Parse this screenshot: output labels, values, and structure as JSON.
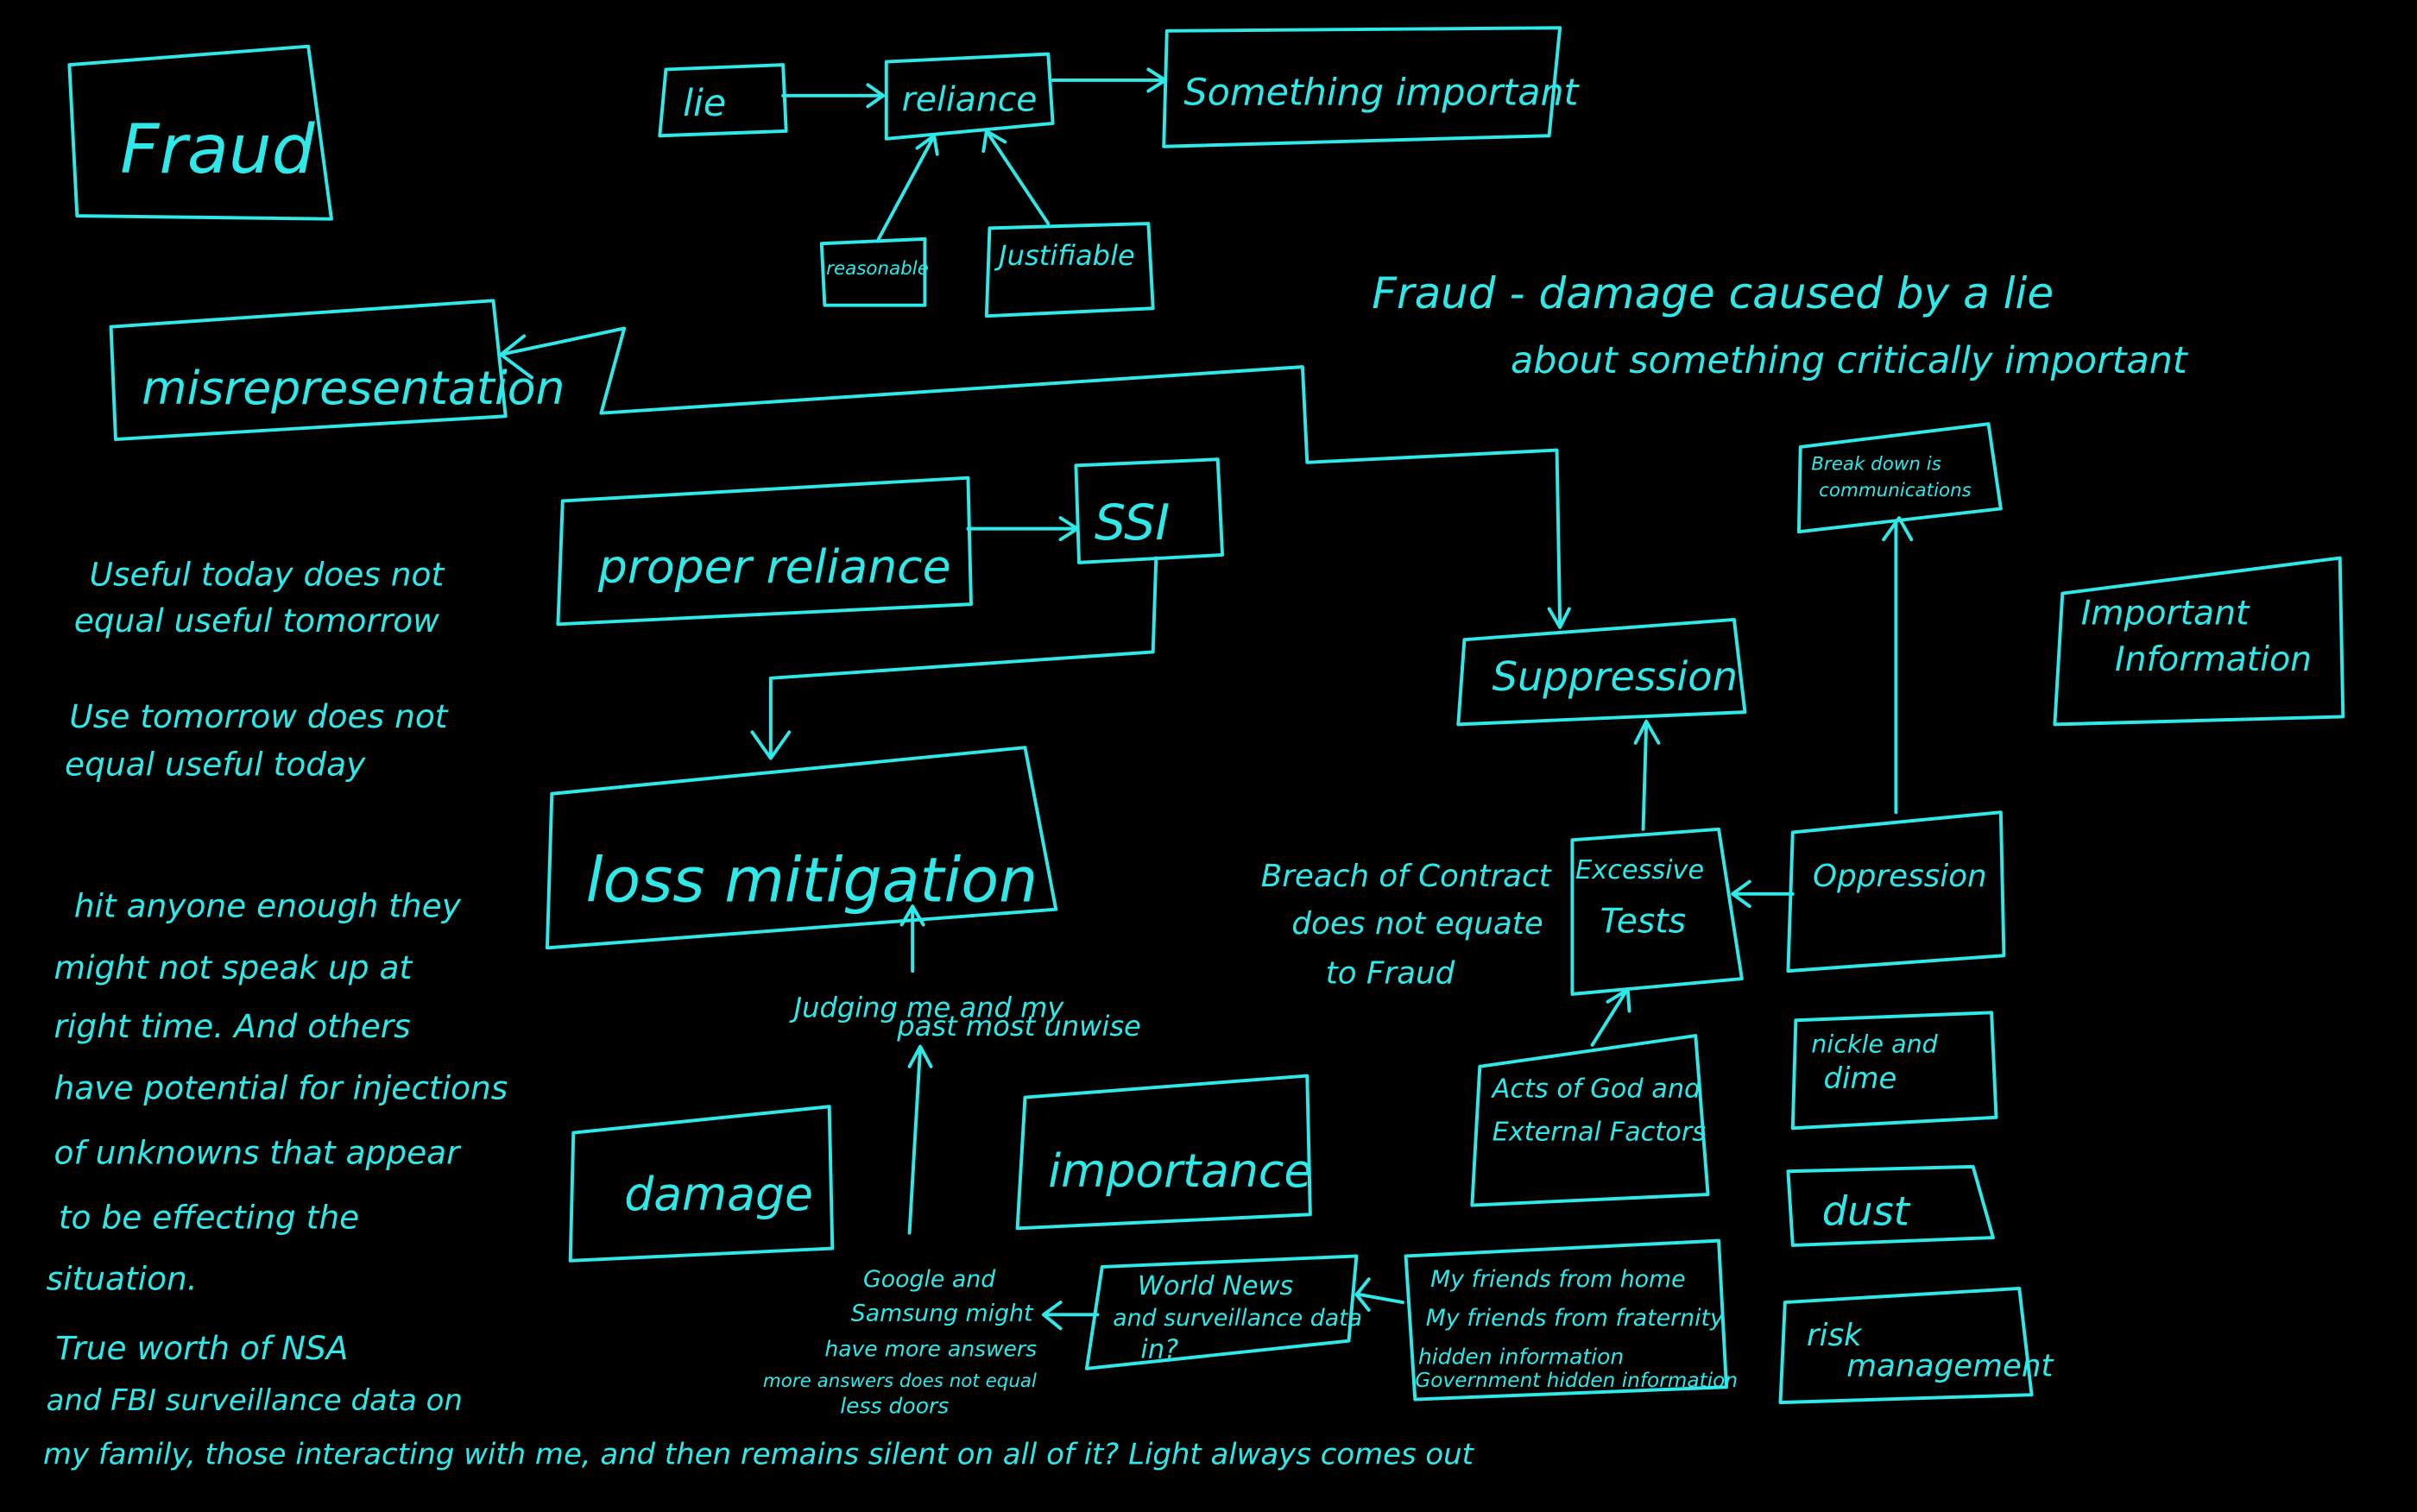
{
  "colors": {
    "background": "#000000",
    "ink": "#2fe8e8"
  },
  "title": "Fraud",
  "top_chain": {
    "lie": "lie",
    "reliance": "reliance",
    "something_important": "Something important",
    "reasonable": "reasonable",
    "justifiable": "Justifiable"
  },
  "definition": [
    "Fraud - damage caused by a lie",
    "about something critically important"
  ],
  "misrepresentation": "misrepresentation",
  "proper_reliance": "proper reliance",
  "ssi": "SSI",
  "loss_mitigation": "loss mitigation",
  "left_notes": {
    "note1": [
      "Useful today does not",
      "equal useful tomorrow"
    ],
    "note2": [
      "Use tomorrow does not",
      "equal useful today"
    ],
    "note3": [
      "hit anyone enough they",
      "might not speak up at",
      "right time. And others",
      "have potential for injections",
      "of unknowns that appear",
      "to be effecting the",
      "situation."
    ],
    "note4": [
      "True worth of NSA",
      "and FBI surveillance data on",
      "my family, those interacting with me, and then remains silent on all of it? Light always comes out"
    ]
  },
  "judging": [
    "Judging me and my",
    "past most unwise"
  ],
  "damage": "damage",
  "importance": "importance",
  "suppression": "Suppression",
  "breakdown": [
    "Break down is",
    "communications"
  ],
  "important_information": [
    "Important",
    "Information"
  ],
  "breach": [
    "Breach of Contract",
    "does not equate",
    "to Fraud"
  ],
  "excessive_tests": [
    "Excessive",
    "Tests"
  ],
  "oppression": "Oppression",
  "acts_of_god": [
    "Acts of God and",
    "External Factors"
  ],
  "nickle_and_dime": [
    "nickle and",
    "dime"
  ],
  "dust": "dust",
  "risk_management": [
    "risk",
    "management"
  ],
  "world_news": [
    "World News",
    "and surveillance data",
    "in?"
  ],
  "friends": [
    "My friends from home",
    "My friends from fraternity",
    "hidden information",
    "Government hidden information"
  ],
  "google": [
    "Google and",
    "Samsung might",
    "have more answers",
    "more answers does not equal",
    "less doors"
  ]
}
